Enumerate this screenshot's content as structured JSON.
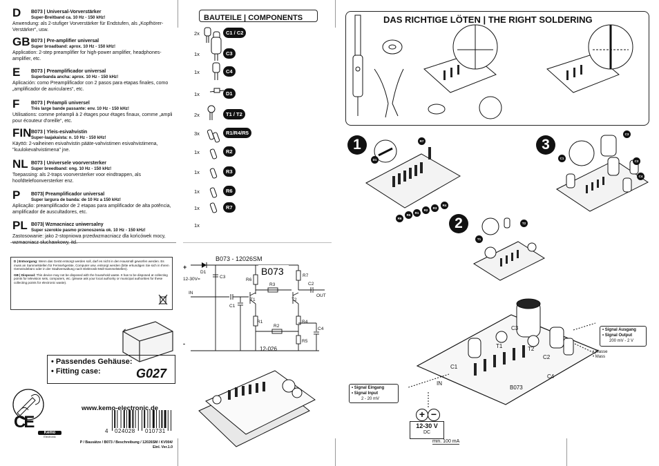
{
  "languages": [
    {
      "code": "D",
      "title": "B073 | Universal-Vorverstärker",
      "subtitle": "Super-Breitband ca. 10 Hz - 150 kHz!",
      "body": "Anwendung: als 2-stufiger Vorverstärker für Endstufen, als „Kopfhörer-Verstärker“, usw."
    },
    {
      "code": "GB",
      "title": "B073 | Pre-amplifier universal",
      "subtitle": "Super broadband: aprox. 10 Hz - 150 kHz!",
      "body": "Application: 2-step preamplifier for high-power amplifier, headphones-amplifier, etc."
    },
    {
      "code": "E",
      "title": "B073 | Preamplificador universal",
      "subtitle": "Superbanda ancha: aprox. 10 Hz - 150 kHz!",
      "body": "Aplicación: como Preamplificador con 2 pasos para etapas finales, como „amplificador de auriculares“, etc."
    },
    {
      "code": "F",
      "title": "B073 | Préampli universel",
      "subtitle": "Très large bande passante: env. 10 Hz - 150 kHz!",
      "body": "Utilisations: comme préampli à 2 étages pour étages finaux, comme „ampli pour écouteur d'oreille“, etc."
    },
    {
      "code": "FIN",
      "title": "B073 | Yleis-esivahvistin",
      "subtitle": "Super-laajakaista: n. 10 Hz - 150 kHz!",
      "body": "Käyttö: 2-vaiheinen esivahvistin pääte-vahvistimen esivahvistimena, \"kuulokevahvistimena\" jne."
    },
    {
      "code": "NL",
      "title": "B073 | Universele voorversterker",
      "subtitle": "Super breedband: ong. 10 Hz - 150 kHz!",
      "body": "Toepassing: als 2-traps voorversterker voor eindtrappen, als hoofdtelefoonversterker enz."
    },
    {
      "code": "P",
      "title": "B073| Preamplificador universal",
      "subtitle": "Super largura de banda: de 10 Hz a 150 kHz!",
      "body": "Aplicação: preamplificador de 2 etapas para amplificador de alta potência, amplificador de auscultadores, etc."
    },
    {
      "code": "PL",
      "title": "B073| Wzmacniacz uniwersalny",
      "subtitle": "Super szerokie pasmo przenoszenia ok. 10 Hz - 150 kHz!",
      "body": "Zastosowanie: jako 2-stopniowa przedwzmacniacz dla końcówek mocy, wzmacniacz słuchawkowy, itd."
    }
  ],
  "disposal": {
    "de_label": "D | Entsorgung:",
    "de_text": "Wenn das Gerät entsorgt werden soll, darf es nicht in den Hausmüll geworfen werden. Es muss an Sammelstellen für Fernsehgeräte, Computer usw. entsorgt werden (bitte erkundigen Sie sich in Ihrem Gemeindebüro oder in der Stadtverwaltung nach Elektronik-Müll-Sammelstellen).",
    "gb_label": "GB | Disposal:",
    "gb_text": "This device may not be disposed with the household waste. It has to be disposed at collecting points for television sets, computers, etc. (please ask your local authority or municipal authorities for these collecting points for electronic waste)."
  },
  "case": {
    "line1": "• Passendes Gehäuse:",
    "line2": "• Fitting case:",
    "model": "G027"
  },
  "website": "www.kemo-electronic.de",
  "brand": {
    "name": "Kemo",
    "sub": "Electronic"
  },
  "barcode": {
    "digit1": "4",
    "group1": "024028",
    "group2": "010731"
  },
  "footer": {
    "line1": "P / Bausätze / B073 / Beschreibung / 12026SM / KV004/",
    "line2": "Einl. Ver.1.0"
  },
  "components": {
    "title": "BAUTEILE | COMPONENTS",
    "items": [
      {
        "qty": "2x",
        "label": "C1 / C2"
      },
      {
        "qty": "1x",
        "label": "C3"
      },
      {
        "qty": "1x",
        "label": "C4"
      },
      {
        "qty": "1x",
        "label": "D1"
      },
      {
        "qty": "2x",
        "label": "T1 / T2"
      },
      {
        "qty": "3x",
        "label": "R1/R4/R5"
      },
      {
        "qty": "1x",
        "label": "R2"
      },
      {
        "qty": "1x",
        "label": "R3"
      },
      {
        "qty": "1x",
        "label": "R6"
      },
      {
        "qty": "1x",
        "label": "R7"
      },
      {
        "qty": "1x",
        "label": ""
      }
    ]
  },
  "schematic": {
    "title": "B073 - 12026SM",
    "ic": "B073",
    "plus": "+",
    "minus": "-",
    "voltage": "12-30V=",
    "in": "IN",
    "out": "OUT",
    "board": "12-026",
    "parts": {
      "d1": "D1",
      "c3": "C3",
      "r6": "R6",
      "r7": "R7",
      "r3": "R3",
      "c2": "C2",
      "c1": "C1",
      "t1": "T1",
      "t2": "T2",
      "r1": "R1",
      "r2": "R2",
      "r4": "R4",
      "r5": "R5",
      "c4": "C4"
    }
  },
  "soldering": {
    "title": "DAS RICHTIGE LÖTEN | THE RIGHT SOLDERING"
  },
  "steps": [
    {
      "num": "1",
      "labels": [
        "D1",
        "R7",
        "R6",
        "R5",
        "R1",
        "R2",
        "R3",
        "R4"
      ]
    },
    {
      "num": "2",
      "labels": [
        "T1",
        "T2"
      ]
    },
    {
      "num": "3",
      "labels": [
        "C3",
        "C1",
        "C2",
        "C4"
      ]
    }
  ],
  "board_labels": {
    "b073": "B073",
    "c1": "C1",
    "c2": "C2",
    "c3": "C3",
    "c4": "C4",
    "t1": "T1",
    "t2": "T2",
    "in": "IN"
  },
  "signal_in": {
    "line1": "• Signal Eingang",
    "line2": "• Signal Input",
    "range": "2 - 20 mV"
  },
  "signal_out": {
    "line1": "• Signal Ausgang",
    "line2": "• Signal Output",
    "range": "200 mV - 2 V"
  },
  "ground": {
    "line1": "• Masse",
    "line2": "• Mass"
  },
  "power": {
    "plus": "+",
    "minus": "−",
    "voltage": "12-30 V",
    "dc": "DC",
    "current": "min. 100 mA"
  }
}
